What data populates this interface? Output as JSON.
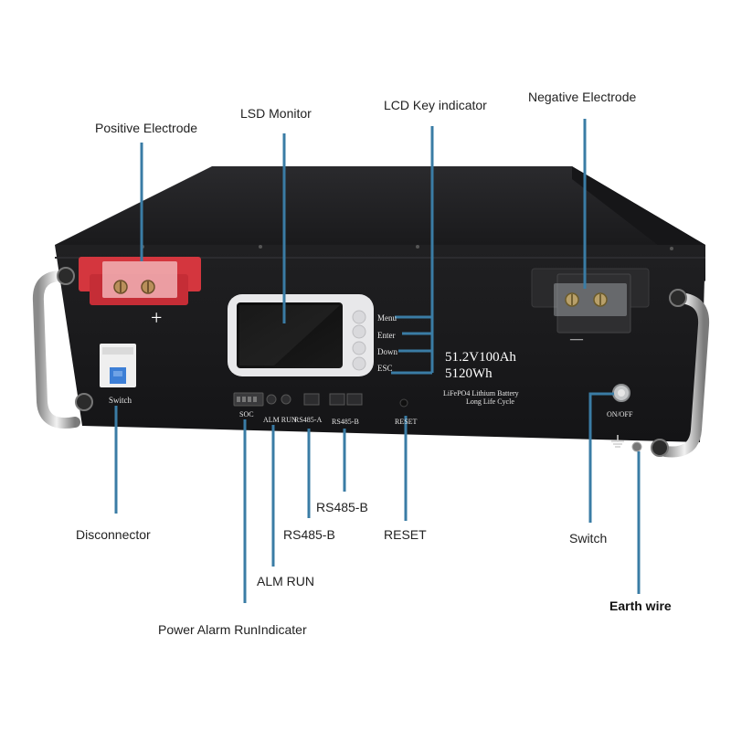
{
  "callouts": {
    "positive_electrode": "Positive Electrode",
    "lsd_monitor": "LSD Monitor",
    "lcd_key_indicator": "LCD Key indicator",
    "negative_electrode": "Negative Electrode",
    "disconnector": "Disconnector",
    "rs485_b_upper": "RS485-B",
    "rs485_b_lower": "RS485-B",
    "reset": "RESET",
    "alm_run": "ALM RUN",
    "power_alarm": "Power Alarm RunIndicater",
    "switch": "Switch",
    "earth_wire": "Earth wire"
  },
  "panel": {
    "menu": "Menu",
    "enter": "Enter",
    "down": "Down",
    "esc": "ESC",
    "spec_line1": "51.2V100Ah",
    "spec_line2": "5120Wh",
    "spec_line3": "LiFePO4 Lithium Battery",
    "spec_line4": "Long Life Cycle",
    "soc": "SOC",
    "alm_run": "ALM RUN",
    "rs485_a": "RS485-A",
    "rs485_b": "RS485-B",
    "reset": "RESET",
    "on_off": "ON/OFF",
    "switch": "Switch",
    "plus": "+",
    "minus": "—"
  },
  "colors": {
    "leader": "#3a7ca5",
    "battery_body": "#1c1c1e",
    "terminal_red": "#d4363e",
    "breaker_blue": "#3d7fd6"
  }
}
